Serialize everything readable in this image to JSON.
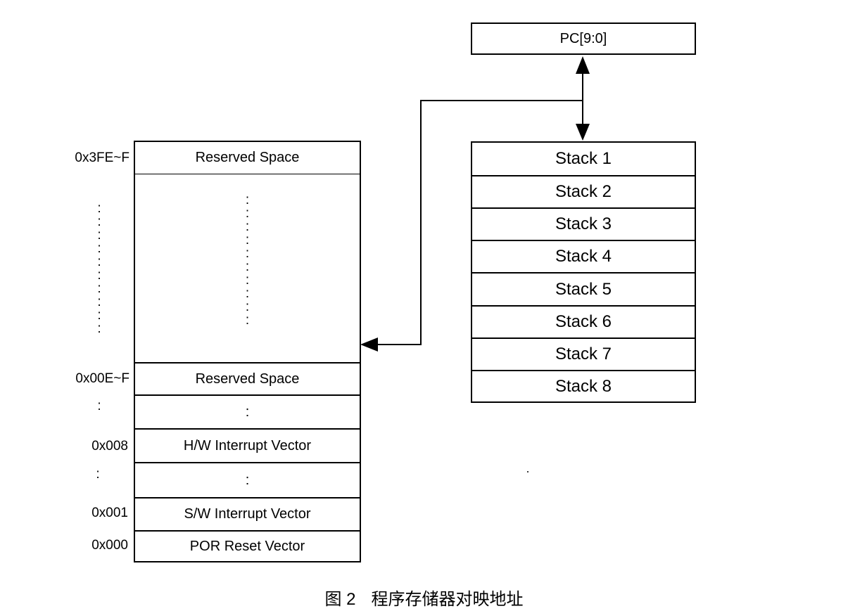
{
  "pc_register": "PC[9:0]",
  "stack": [
    "Stack 1",
    "Stack 2",
    "Stack 3",
    "Stack 4",
    "Stack 5",
    "Stack 6",
    "Stack 7",
    "Stack 8"
  ],
  "memory": {
    "cells": [
      "Reserved Space",
      ":",
      "Reserved Space",
      ":",
      "H/W Interrupt Vector",
      ":",
      "S/W Interrupt Vector",
      "POR Reset Vector"
    ],
    "addresses": [
      "0x3FE~F",
      ":",
      "0x00E~F",
      ":",
      "0x008",
      ":",
      "0x001",
      "0x000"
    ]
  },
  "caption": {
    "number": "图 2",
    "text": "程序存储器对映地址"
  }
}
